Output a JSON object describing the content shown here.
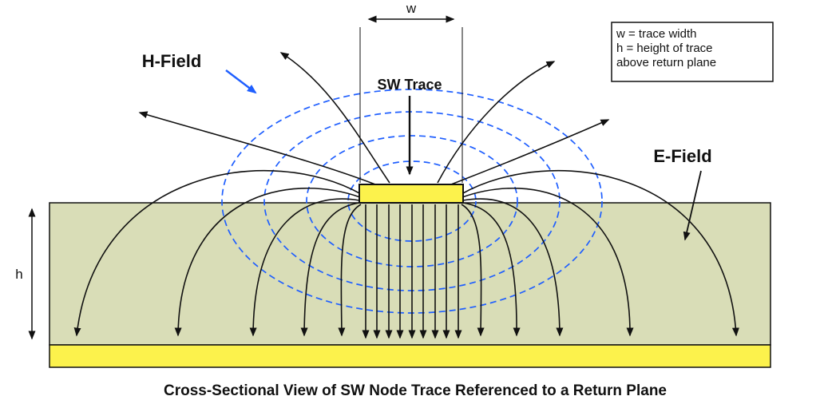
{
  "title": "Cross-Sectional View of SW Node Trace Referenced to a Return Plane",
  "labels": {
    "h_field": "H-Field",
    "e_field": "E-Field",
    "sw_trace": "SW Trace",
    "w_dim": "w",
    "h_dim": "h"
  },
  "legend": {
    "line1": "w = trace width",
    "line2": "h = height of trace",
    "line3": "above return plane"
  },
  "colors": {
    "substrate": "#d9ddb7",
    "conductor": "#fcf24c",
    "h_field_blue": "#1f5fff",
    "field_black": "#111111",
    "background": "#ffffff"
  }
}
